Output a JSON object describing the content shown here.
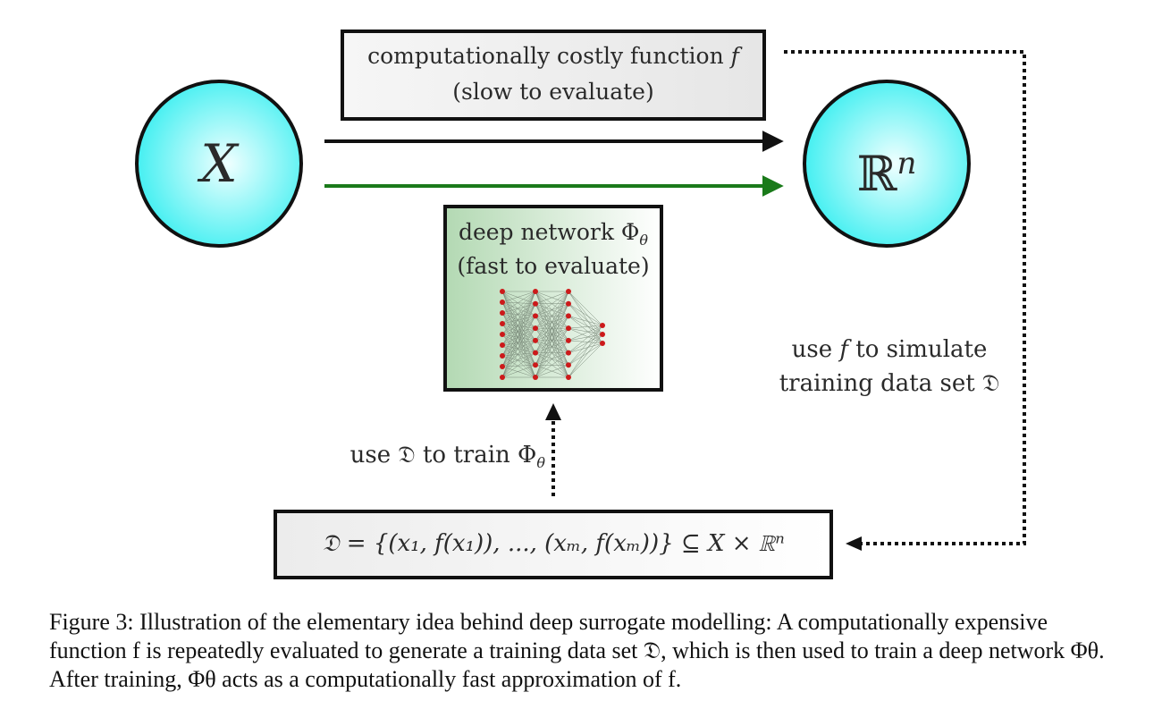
{
  "nodes": {
    "domain_symbol": "X",
    "codomain_symbol": "ℝ",
    "codomain_exponent": "n"
  },
  "costly_box": {
    "line1": "computationally costly function",
    "func_symbol": "f",
    "line2": "(slow to evaluate)"
  },
  "network_box": {
    "line1_text": "deep network Φ",
    "line1_sub": "θ",
    "line2": "(fast to evaluate)",
    "layers": [
      9,
      8,
      8,
      3
    ]
  },
  "simulate_label": {
    "line1_pre": "use",
    "line1_f": "f",
    "line1_post": "to simulate",
    "line2": "training data set 𝔇"
  },
  "train_label": {
    "pre": "use 𝔇 to train Φ",
    "sub": "θ"
  },
  "dataset_box": {
    "formula": "𝔇 = {(x₁, f(x₁)), ..., (xₘ, f(xₘ))} ⊆ X × ℝⁿ"
  },
  "caption": {
    "text": "Figure 3: Illustration of the elementary idea behind deep surrogate modelling: A computationally expensive function f is repeatedly evaluated to generate a training data set 𝔇, which is then used to train a deep network Φθ. After training, Φθ acts as a computationally fast approximation of f."
  },
  "colors": {
    "node_fill_edge": "#3ff0f0",
    "node_fill_center": "#e8ffff",
    "green_arrow": "#1a7a1a",
    "network_bg_left": "#b9dcb9",
    "network_bg_right": "#ffffff",
    "neuron": "#cc1a1a",
    "costly_bg": "#ececec"
  }
}
